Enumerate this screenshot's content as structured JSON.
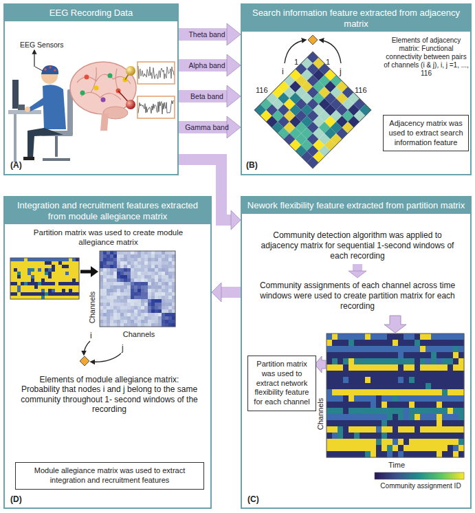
{
  "diagram": {
    "nodes": [
      {
        "text": [
          "EEG Recording Data",
          "(A)"
        ]
      },
      {
        "text": [
          "Search information feature extracted from adjacency matrix",
          "(B)"
        ]
      },
      {
        "text": [
          "Adjacency matrix was used to extract search information feature"
        ],
        "in": 1
      },
      {
        "text": [
          "Nework flexibility feature extracted from partition matrix",
          "(C)"
        ]
      },
      {
        "text": [
          "Community detection algorithm was applied to adjacency matrix for sequential 1-second windows of each recording"
        ],
        "in": 3
      },
      {
        "text": [
          "Community assignments of each channel across time windows were used to create partition matrix for each recording"
        ],
        "in": 3
      },
      {
        "text": [
          "Partition matrix was used to extract network flexibility feature for each channel"
        ],
        "in": 3
      },
      {
        "text": [
          "Integration and recruitment features extracted from module allegiance matrix",
          "(D)"
        ]
      },
      {
        "text": [
          "Module allegiance matrix was used to extract integration and recruitment features"
        ],
        "in": 7
      }
    ],
    "edges": [
      {
        "from": 0,
        "to": 1,
        "label": "Theta band",
        "arrow": "to"
      },
      {
        "from": 0,
        "to": 1,
        "label": "Alpha band",
        "arrow": "to"
      },
      {
        "from": 0,
        "to": 1,
        "label": "Beta band",
        "arrow": "to"
      },
      {
        "from": 0,
        "to": 1,
        "label": "Gamma band",
        "arrow": "to"
      },
      {
        "from": 0,
        "to": 3,
        "arrow": "to"
      },
      {
        "from": 4,
        "to": 5,
        "arrow": "to"
      },
      {
        "from": 3,
        "to": 7,
        "arrow": "to"
      }
    ],
    "labels": [
      "EEG Sensors",
      "Elements of adjacency matrix: Functional connectivity between pairs of channels (i & j), i, j =1, ..., 116",
      "1",
      "1",
      "i",
      "j",
      "116",
      "116",
      "Channels",
      "Time",
      "Community assignment ID",
      "Partition matrix was used to create module allegiance matrix",
      "Channels",
      "Channels",
      "i",
      "j",
      "Elements of module allegiance matrix: Probability that nodes i and j belong to the same community throughout 1- second windows of the recording"
    ]
  }
}
